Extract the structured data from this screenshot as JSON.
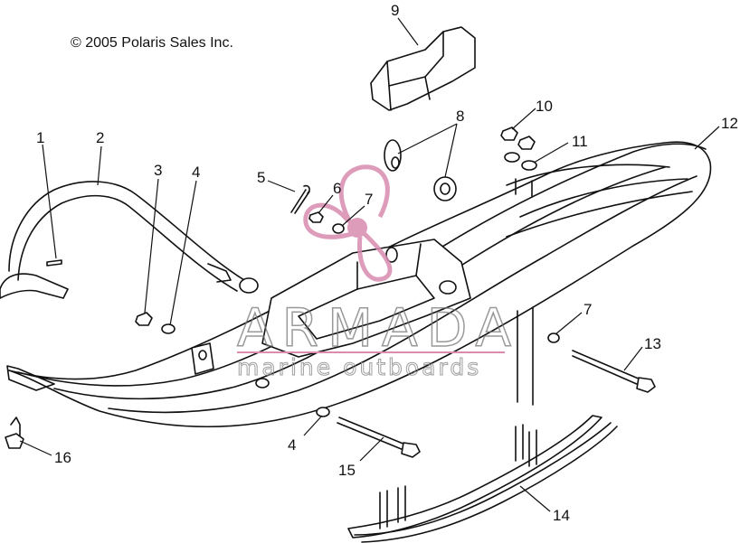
{
  "copyright": "© 2005 Polaris Sales Inc.",
  "watermark": {
    "brand": "ARMADA",
    "tagline": "marine outboards",
    "logo_color": "#d98bb0",
    "line_color": "#d98bb0"
  },
  "callouts": [
    "1",
    "2",
    "3",
    "4",
    "5",
    "6",
    "7",
    "8",
    "9",
    "10",
    "11",
    "12",
    "7",
    "13",
    "4",
    "15",
    "14",
    "16"
  ],
  "icons": {
    "logo": "propeller-logo"
  }
}
